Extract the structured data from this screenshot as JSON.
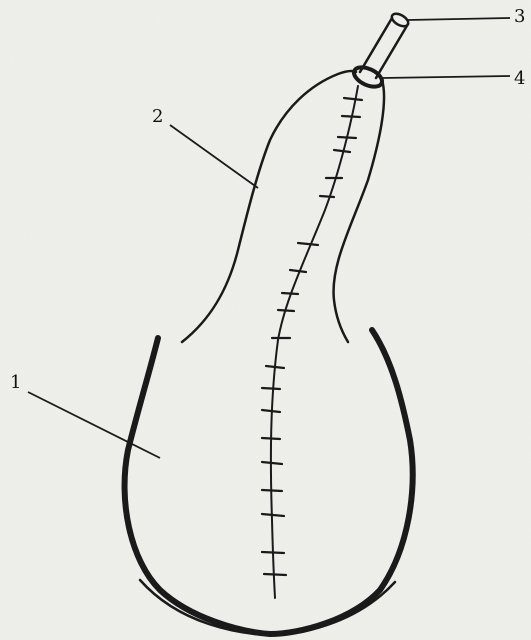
{
  "labels": {
    "part_1": "1",
    "part_2": "2",
    "part_3": "3",
    "part_4": "4"
  },
  "colors": {
    "ink": "#1a1a1a",
    "paper": "#efefec"
  }
}
